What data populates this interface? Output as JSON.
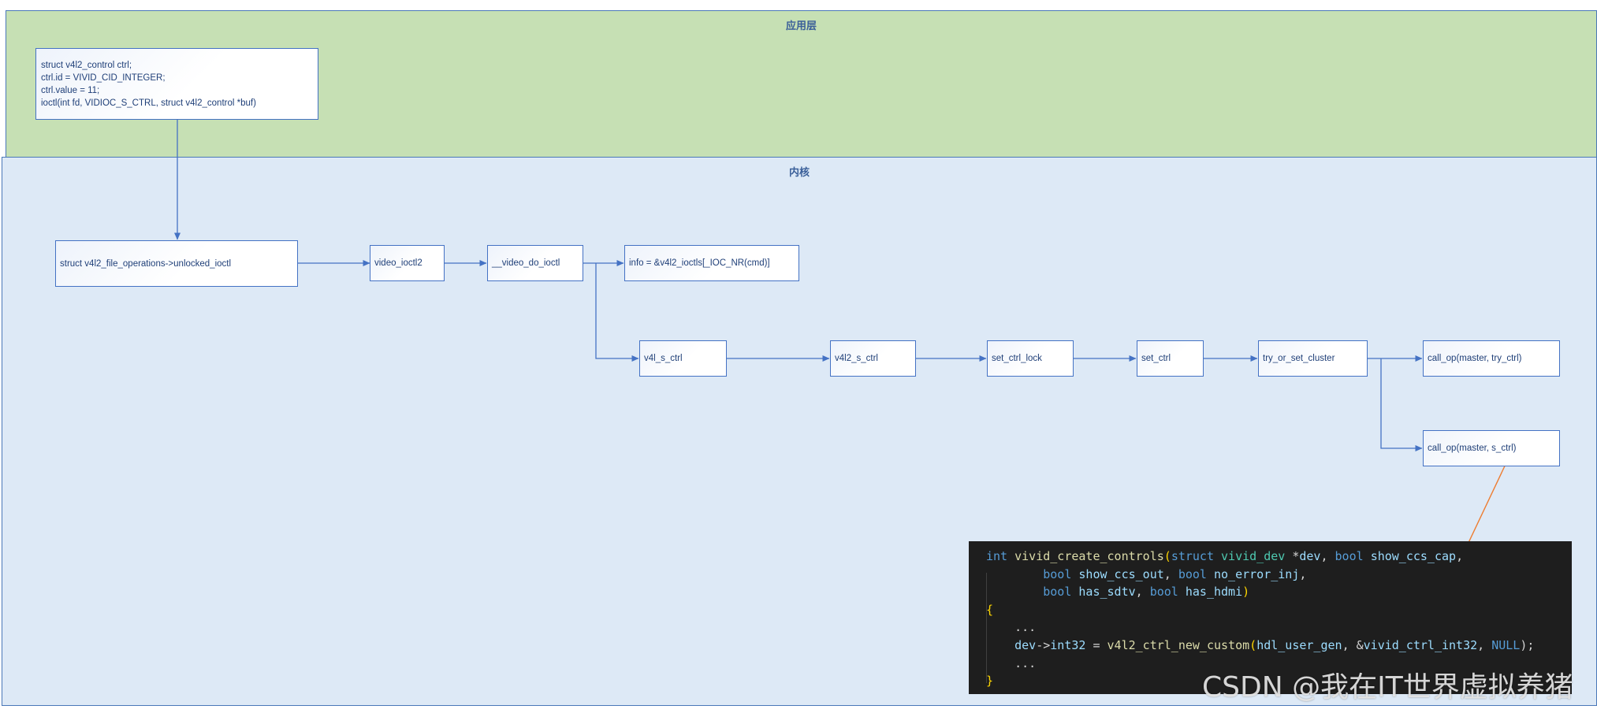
{
  "lanes": {
    "app": {
      "title": "应用层"
    },
    "kernel": {
      "title": "内核"
    }
  },
  "user_box": {
    "lines": [
      "struct v4l2_control ctrl;",
      "ctrl.id = VIVID_CID_INTEGER;",
      "ctrl.value = 11;",
      "ioctl(int fd, VIDIOC_S_CTRL, struct v4l2_control *buf)"
    ]
  },
  "nodes": {
    "unlocked_ioctl": "struct v4l2_file_operations->unlocked_ioctl",
    "video_ioctl2": "video_ioctl2",
    "video_do_ioctl": "__video_do_ioctl",
    "info": "info = &v4l2_ioctls[_IOC_NR(cmd)]",
    "v4l_s_ctrl": "v4l_s_ctrl",
    "v4l2_s_ctrl": "v4l2_s_ctrl",
    "set_ctrl_lock": "set_ctrl_lock",
    "set_ctrl": "set_ctrl",
    "try_or_set_cluster": "try_or_set_cluster",
    "call_try_ctrl": "call_op(master, try_ctrl)",
    "call_s_ctrl": "call_op(master, s_ctrl)"
  },
  "code": {
    "tokens": [
      [
        "int",
        " ",
        "vivid_create_controls",
        "(",
        "struct",
        " ",
        "vivid_dev",
        " *",
        "dev",
        ", ",
        "bool",
        " ",
        "show_ccs_cap",
        ","
      ],
      [
        "        ",
        "bool",
        " ",
        "show_ccs_out",
        ", ",
        "bool",
        " ",
        "no_error_inj",
        ","
      ],
      [
        "        ",
        "bool",
        " ",
        "has_sdtv",
        ", ",
        "bool",
        " ",
        "has_hdmi",
        ")"
      ],
      [
        "{"
      ],
      [
        "    ..."
      ],
      [
        "    ",
        "dev",
        "->",
        "int32",
        " = ",
        "v4l2_ctrl_new_custom",
        "(",
        "hdl_user_gen",
        ", &",
        "vivid_ctrl_int32",
        ", ",
        "NULL",
        ");"
      ],
      [
        "    ..."
      ],
      [
        "}"
      ]
    ]
  },
  "watermark": "CSDN @我在IT世界虚拟养猪",
  "colors": {
    "app_lane": "#c6e0b4",
    "kernel_lane": "#dde9f6",
    "edge": "#4472c4",
    "annotation_line": "#ed7d31",
    "code_bg": "#1e1e1e"
  }
}
